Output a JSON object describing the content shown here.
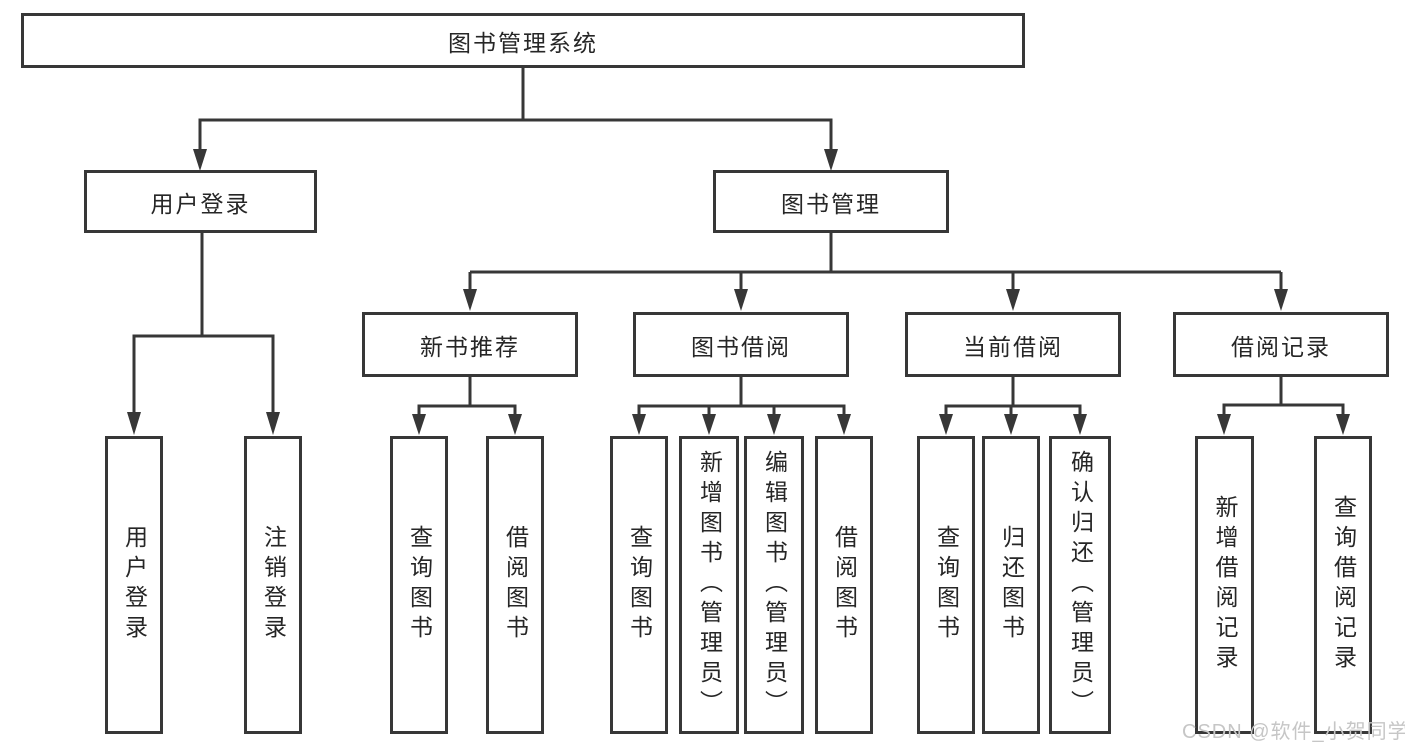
{
  "colors": {
    "background": "#ffffff",
    "line": "#373737",
    "text": "#262626",
    "watermark": "#c6c6c6"
  },
  "tree": {
    "root": {
      "label": "图书管理系统"
    },
    "branches": [
      {
        "label": "用户登录",
        "children": [
          {
            "label": "用户登录"
          },
          {
            "label": "注销登录"
          }
        ]
      },
      {
        "label": "图书管理",
        "children": [
          {
            "label": "新书推荐",
            "children": [
              {
                "label": "查询图书"
              },
              {
                "label": "借阅图书"
              }
            ]
          },
          {
            "label": "图书借阅",
            "children": [
              {
                "label": "查询图书"
              },
              {
                "label": "新增图书（管理员）"
              },
              {
                "label": "编辑图书（管理员）"
              },
              {
                "label": "借阅图书"
              }
            ]
          },
          {
            "label": "当前借阅",
            "children": [
              {
                "label": "查询图书"
              },
              {
                "label": "归还图书"
              },
              {
                "label": "确认归还（管理员）"
              }
            ]
          },
          {
            "label": "借阅记录",
            "children": [
              {
                "label": "新增借阅记录"
              },
              {
                "label": "查询借阅记录"
              }
            ]
          }
        ]
      }
    ]
  },
  "watermark": {
    "text": "CSDN @软件_小贺同学"
  }
}
